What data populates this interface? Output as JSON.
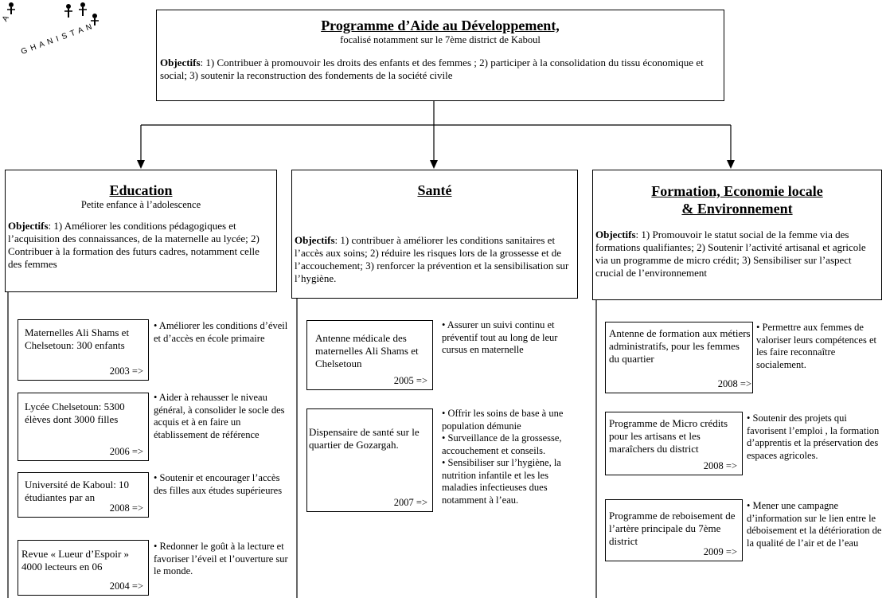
{
  "logo": {
    "text_top": "AFGHANISTAN",
    "text_left": "A",
    "text_bottom": "G H A N I S T A N"
  },
  "main": {
    "title": "Programme d’Aide au Développement,",
    "subtitle": "focalisé notamment sur le 7ème district de Kaboul",
    "obj_label": "Objectifs",
    "obj_text": ": 1) Contribuer à promouvoir les droits des enfants et des femmes ; 2) participer à la consolidation du tissu économique et social; 3) soutenir la reconstruction des fondements de la société civile"
  },
  "education": {
    "title": "Education",
    "subtitle": "Petite enfance à l’adolescence",
    "obj_label": "Objectifs",
    "obj_text": ": 1) Améliorer les conditions pédagogiques et l’acquisition des connaissances, de la maternelle au lycée; 2) Contribuer à la formation des futurs cadres, notamment celle des femmes",
    "items": [
      {
        "name": "Maternelles Ali Shams et Chelsetoun: 300 enfants",
        "year": "2003 =>",
        "bullets": [
          "• Améliorer les conditions d’éveil et d’accès en école primaire"
        ]
      },
      {
        "name": "Lycée Chelsetoun: 5300 élèves dont 3000 filles",
        "year": "2006 =>",
        "bullets": [
          "• Aider à rehausser le niveau général, à consolider le socle des acquis et à en faire un établissement de référence"
        ]
      },
      {
        "name": "Université de Kaboul: 10 étudiantes par an",
        "year": "2008 =>",
        "bullets": [
          "• Soutenir et encourager l’accès des filles aux études supérieures"
        ]
      },
      {
        "name": "Revue « Lueur d’Espoir » 4000 lecteurs en 06",
        "year": "2004 =>",
        "bullets": [
          "• Redonner le goût à la lecture et favoriser l’éveil et l’ouverture sur le monde."
        ]
      }
    ]
  },
  "sante": {
    "title": "Santé",
    "obj_label": "Objectifs",
    "obj_text": ": 1) contribuer à améliorer les conditions sanitaires et l’accès aux soins; 2) réduire les risques lors de la grossesse et de l’accouchement; 3) renforcer la prévention et la sensibilisation sur l’hygiène.",
    "items": [
      {
        "name": "Antenne médicale des maternelles Ali Shams et Chelsetoun",
        "year": "2005 =>",
        "bullets": [
          "• Assurer un suivi continu et préventif tout au long de leur cursus en maternelle"
        ]
      },
      {
        "name": "Dispensaire de santé sur le quartier de Gozargah.",
        "year": "2007 =>",
        "bullets": [
          "• Offrir les soins de base à une population démunie",
          "• Surveillance de la grossesse, accouchement et conseils.",
          "• Sensibiliser sur l’hygiène, la nutrition infantile et les les maladies infectieuses dues notamment à l’eau."
        ]
      }
    ]
  },
  "formation": {
    "title1": "Formation,  Economie locale",
    "title2": "& Environnement",
    "obj_label": "Objectifs",
    "obj_text": ": 1)  Promouvoir le statut social de la femme via des formations qualifiantes; 2) Soutenir l’activité artisanal et agricole via un programme de micro crédit; 3) Sensibiliser sur l’aspect crucial de l’environnement",
    "items": [
      {
        "name": "Antenne de formation aux métiers administratifs, pour les femmes du quartier",
        "year": "2008 =>",
        "bullets": [
          "• Permettre aux femmes de valoriser leurs compétences et les faire reconnaître socialement."
        ]
      },
      {
        "name": "Programme de Micro crédits pour les artisans et les maraîchers du district",
        "year": "2008 =>",
        "bullets": [
          "• Soutenir des projets qui favorisent l’emploi , la formation d’apprentis et la préservation des espaces agricoles."
        ]
      },
      {
        "name": "Programme de reboisement de l’artère principale du 7ème district",
        "year": "2009 =>",
        "bullets": [
          "• Mener une campagne d’information sur le lien entre le déboisement et  la détérioration de la qualité de l’air et de l’eau"
        ]
      }
    ]
  }
}
